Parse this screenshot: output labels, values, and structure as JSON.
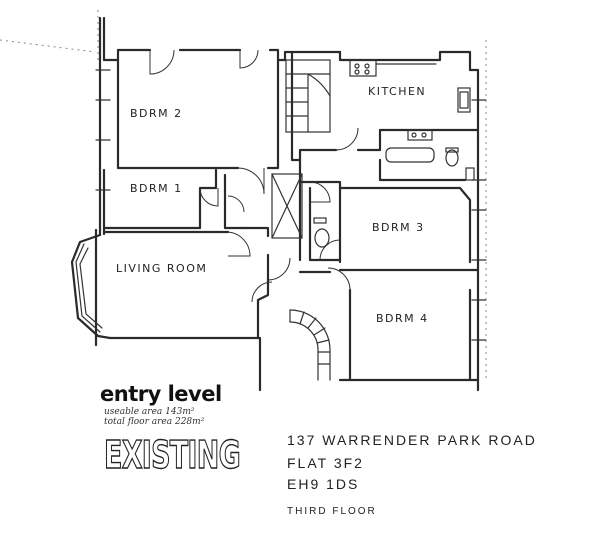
{
  "rooms": {
    "bdrm2": "BDRM 2",
    "bdrm1": "BDRM 1",
    "living": "LIVING ROOM",
    "kitchen": "KITCHEN",
    "bdrm3": "BDRM 3",
    "bdrm4": "BDRM 4"
  },
  "plan_info": {
    "title": "entry level",
    "useable_area": "useable area 143m²",
    "total_area": "total floor area 228m²",
    "status": "EXISTING"
  },
  "address": {
    "street": "137 WARRENDER PARK ROAD",
    "flat": "FLAT 3F2",
    "postcode": "EH9 1DS",
    "floor": "THIRD FLOOR"
  }
}
